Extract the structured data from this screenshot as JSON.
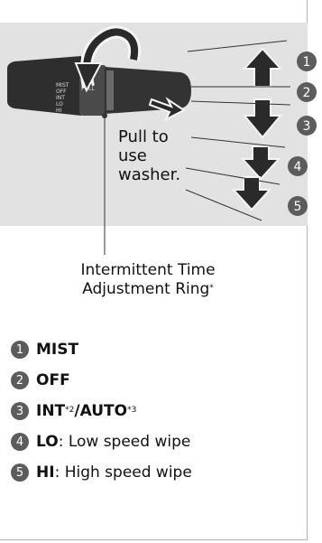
{
  "illustration": {
    "pull_line1": "Pull to",
    "pull_line2": "use",
    "pull_line3": "washer.",
    "stalk_labels": [
      "MIST",
      "OFF",
      "INT",
      "LO",
      "HI"
    ],
    "ring_label": "PULL"
  },
  "caption": {
    "line1": "Intermittent Time",
    "line2": "Adjustment Ring",
    "mark": "*"
  },
  "items": [
    {
      "n": "1",
      "term": "MIST",
      "rest": ""
    },
    {
      "n": "2",
      "term": "OFF",
      "rest": ""
    },
    {
      "n": "3",
      "term": "INT",
      "sup1": "*2",
      "slash": "/",
      "term2": "AUTO",
      "sup2": "*3"
    },
    {
      "n": "4",
      "term": "LO",
      "rest": ": Low speed wipe"
    },
    {
      "n": "5",
      "term": "HI",
      "rest": ": High speed wipe"
    }
  ],
  "colors": {
    "badge": "#5c5c5c",
    "illustration_bg": "#e2e2e2",
    "stalk": "#3a3a3a"
  }
}
